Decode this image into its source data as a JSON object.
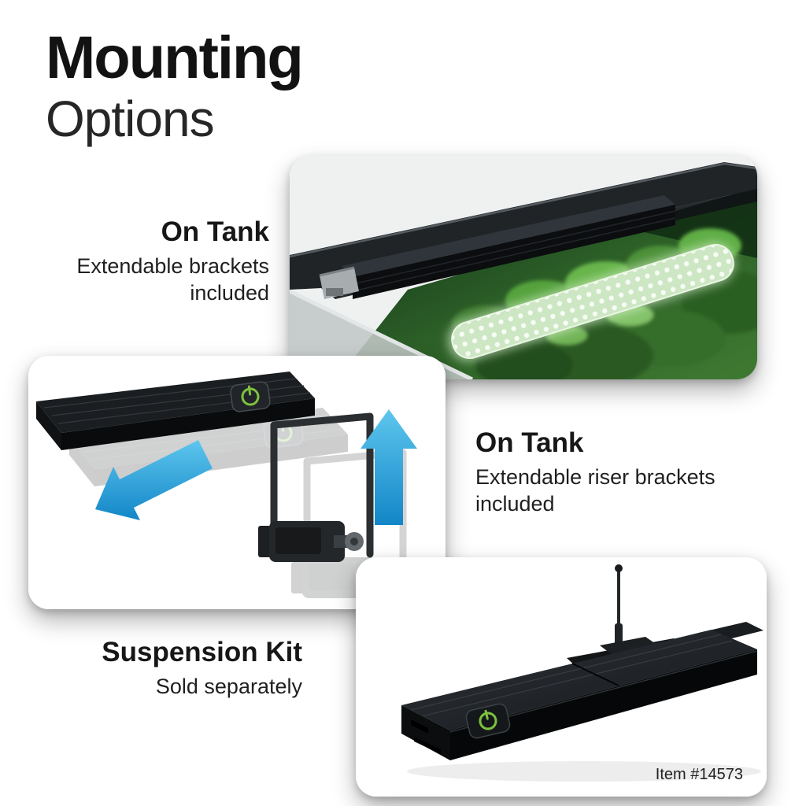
{
  "title": {
    "line1": "Mounting",
    "line2": "Options"
  },
  "sections": {
    "on_tank_flat": {
      "heading": "On Tank",
      "description": "Extendable brackets included",
      "image": "aquarium-rim-with-light-bar-mounted-on-tank"
    },
    "on_tank_riser": {
      "heading": "On Tank",
      "description": "Extendable riser brackets included",
      "image": "light-bar-with-riser-brackets-and-adjustment-arrows"
    },
    "suspension": {
      "heading": "Suspension Kit",
      "description": "Sold separately",
      "item_number": "Item #14573",
      "image": "light-bar-with-suspension-mount-rod"
    }
  },
  "colors": {
    "accent_blue": "#2196d4",
    "power_green": "#7ec13f",
    "text": "#171717",
    "background": "#ffffff"
  },
  "icons": {
    "power_button": "power-icon",
    "arrow_down_left": "arrow-down-left-icon",
    "arrow_up": "arrow-up-icon"
  }
}
